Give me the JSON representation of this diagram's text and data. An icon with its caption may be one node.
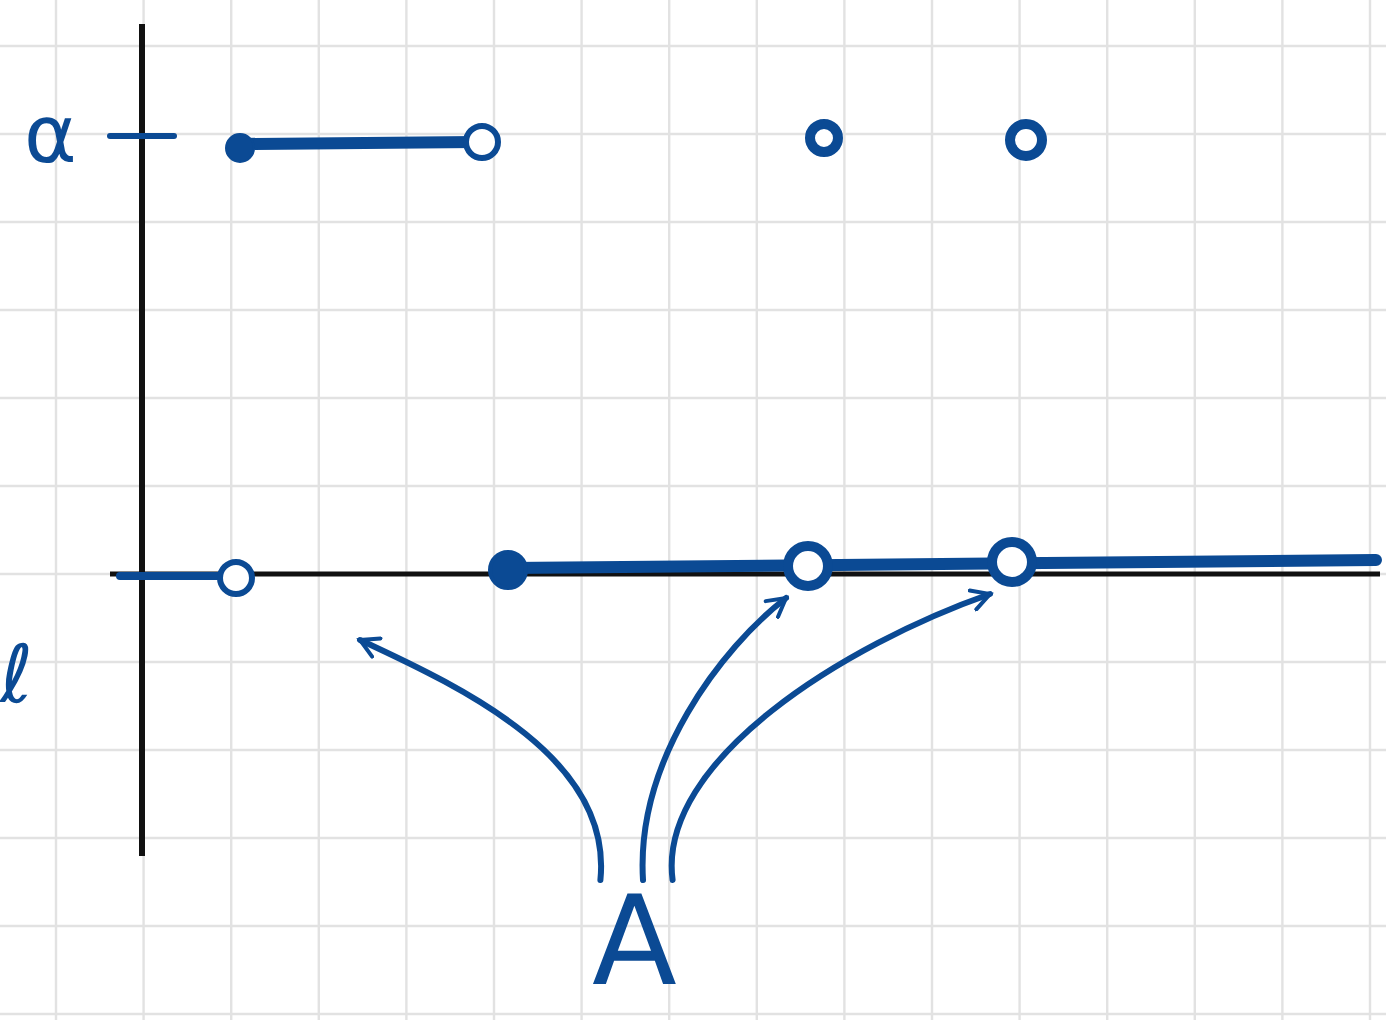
{
  "diagram": {
    "nodes": [
      {
        "text": [
          "A"
        ]
      },
      {
        "text": [],
        "shape": "circle"
      },
      {
        "text": [],
        "shape": "circle"
      }
    ],
    "edges": [
      {
        "from": 0,
        "to": null,
        "arrow": "to"
      },
      {
        "from": 0,
        "to": 1,
        "arrow": "to"
      },
      {
        "from": 0,
        "to": 2,
        "arrow": "to"
      }
    ],
    "labels": [
      "α",
      "ℓ"
    ]
  }
}
